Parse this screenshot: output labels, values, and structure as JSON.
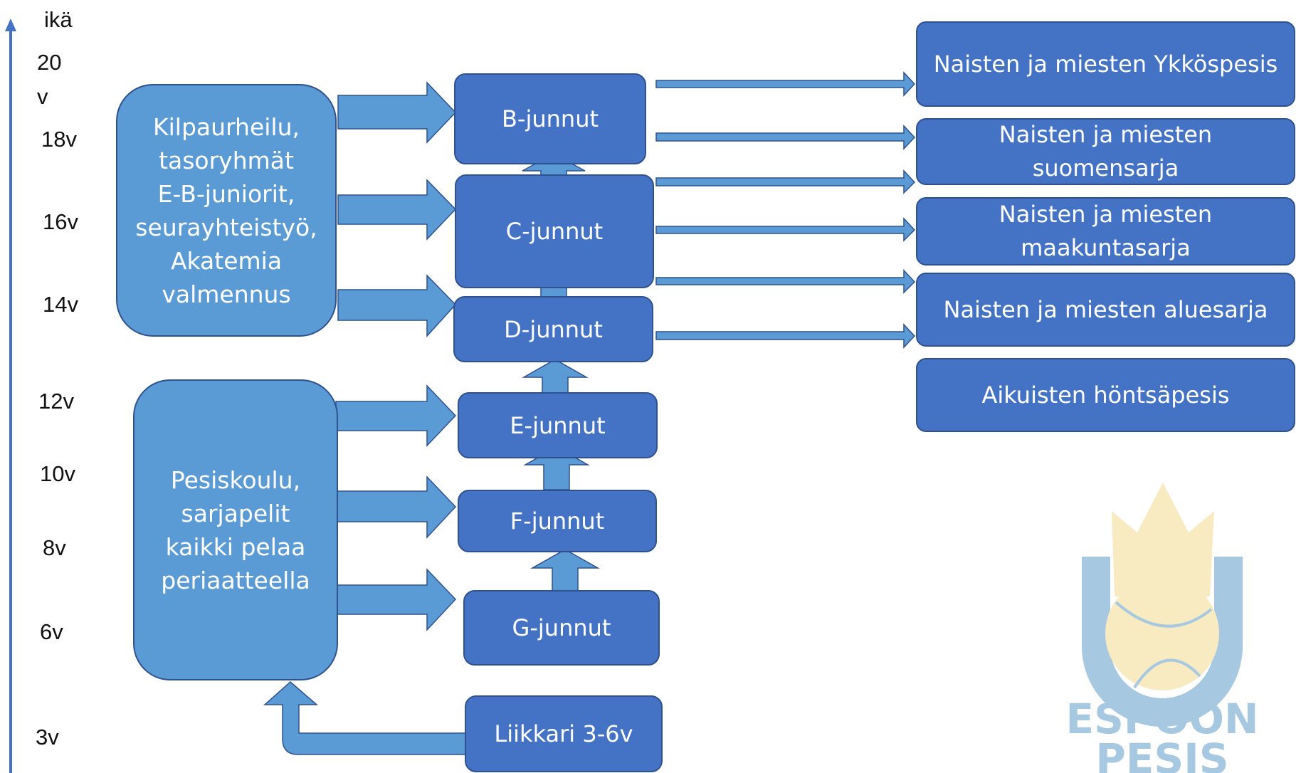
{
  "axis": {
    "title": "ikä",
    "ticks": [
      "20",
      "v",
      "18v",
      "16v",
      "14v",
      "12v",
      "10v",
      "8v",
      "6v",
      "3v"
    ]
  },
  "programs": {
    "competitive": [
      "Kilpaurheilu,",
      "tasoryhmät",
      "E-B-juniorit,",
      "seurayhteistyö,",
      "Akatemia",
      "valmennus"
    ],
    "school": [
      "Pesiskoulu,",
      "sarjapelit",
      "kaikki pelaa",
      "periaatteella"
    ]
  },
  "juniors": {
    "b": "B-junnut",
    "c": "C-junnut",
    "d": "D-junnut",
    "e": "E-junnut",
    "f": "F-junnut",
    "g": "G-junnut",
    "liikkari": "Liikkari 3-6v"
  },
  "series": {
    "ykkospesis": [
      "Naisten ja miesten Ykköspesis"
    ],
    "suomensarja": [
      "Naisten ja miesten",
      "suomensarja"
    ],
    "maakuntasarja": [
      "Naisten ja miesten",
      "maakuntasarja"
    ],
    "aluesarja": [
      "Naisten ja miesten aluesarja"
    ],
    "hontsapesis": [
      "Aikuisten höntsäpesis"
    ]
  },
  "logo": {
    "line1": "ESPOON",
    "line2": "PESIS",
    "colors": {
      "blue": "#a6c8e0",
      "yellow": "#f8ebc2"
    }
  },
  "colors": {
    "junior_fill": "#4472c4",
    "program_fill": "#5b9bd5",
    "arrow_fill": "#5b9bd5",
    "outline": "#2f528f",
    "axis": "#4472c4"
  }
}
